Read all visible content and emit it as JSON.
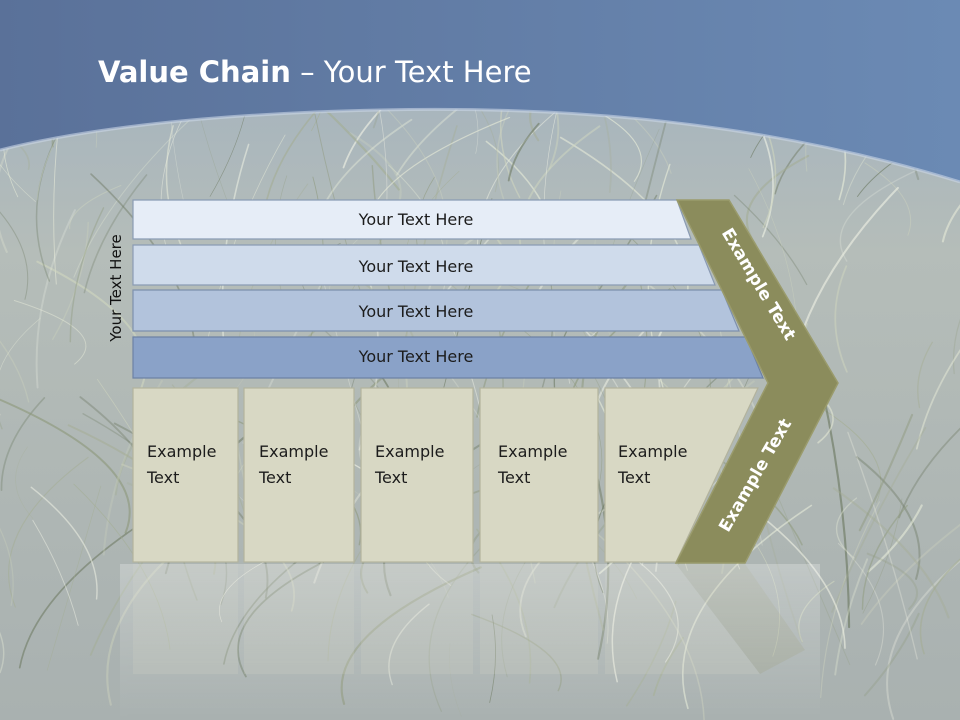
{
  "title": {
    "bold": "Value Chain",
    "regular": " – Your Text Here"
  },
  "side_label": "Your Text Here",
  "support_rows": [
    {
      "label": "Your Text Here",
      "color": "#e6edf7"
    },
    {
      "label": "Your Text Here",
      "color": "#cfdbeb"
    },
    {
      "label": "Your Text Here",
      "color": "#b2c3dc"
    },
    {
      "label": "Your Text Here",
      "color": "#8aa2c8"
    }
  ],
  "primary_activities": [
    {
      "line1": "Example",
      "line2": "Text"
    },
    {
      "line1": "Example",
      "line2": "Text"
    },
    {
      "line1": "Example",
      "line2": "Text"
    },
    {
      "line1": "Example",
      "line2": "Text"
    },
    {
      "line1": "Example",
      "line2": "Text"
    }
  ],
  "margin_arrow": {
    "upper_label": "Example Text",
    "lower_label": "Example Text"
  },
  "colors": {
    "header_blue": "#5a77a2",
    "activity_fill": "#d8d8c4",
    "chevron_fill": "#8b8c5c"
  }
}
